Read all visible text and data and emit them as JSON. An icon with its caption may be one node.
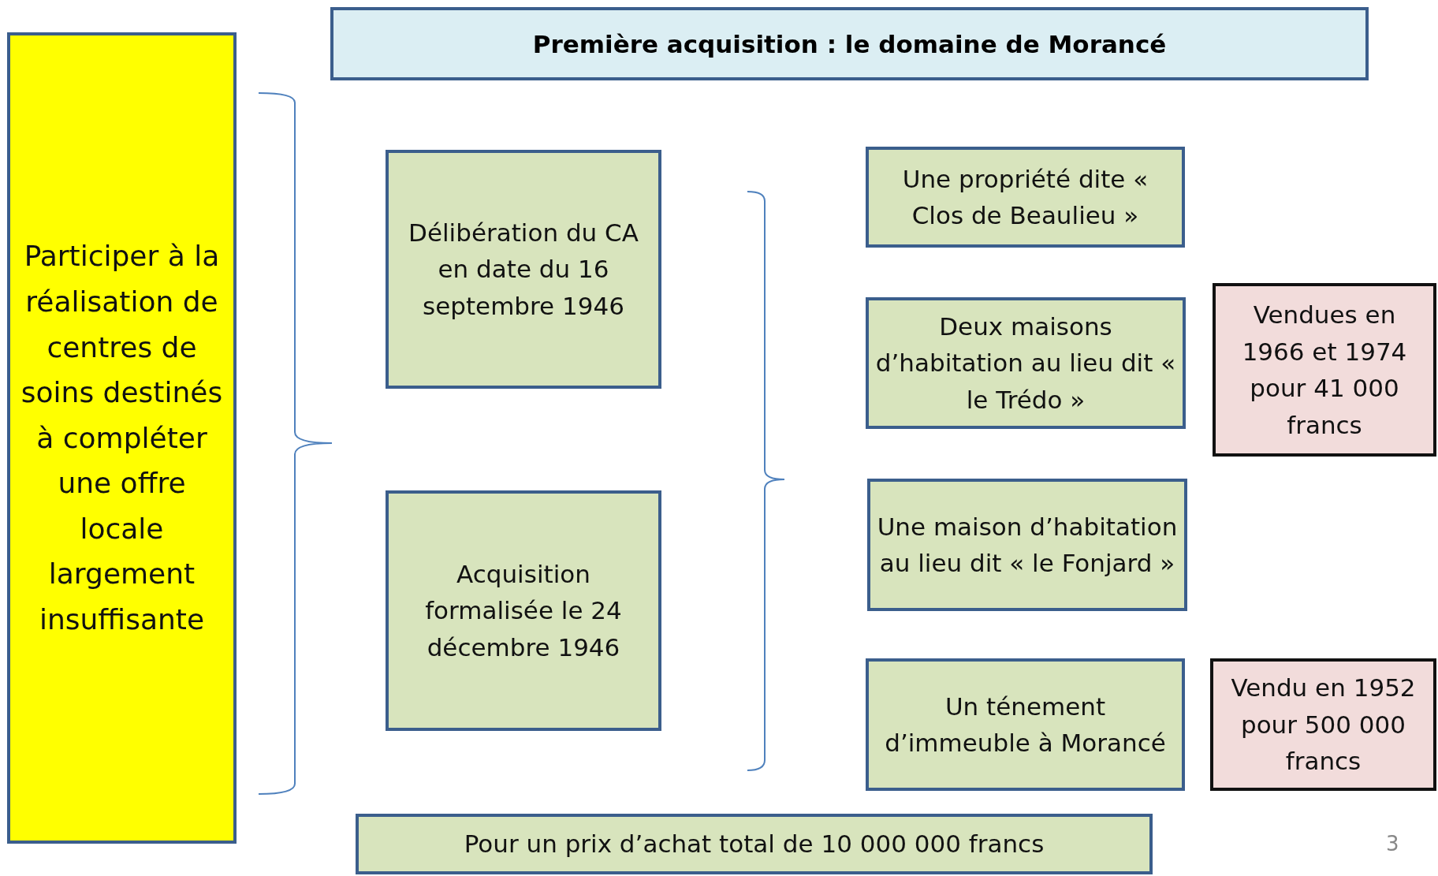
{
  "diagram": {
    "title": "Première acquisition : le domaine de Morancé",
    "nodes": [
      {
        "text": [
          "Participer à la réalisation de centres de soins destinés à compléter une offre locale largement insuffisante"
        ]
      },
      {
        "text": [
          "Délibération du CA en date du 16 septembre 1946"
        ]
      },
      {
        "text": [
          "Acquisition formalisée le 24 décembre 1946"
        ]
      },
      {
        "text": [
          "Une propriété dite « Clos de Beaulieu »"
        ]
      },
      {
        "text": [
          "Deux maisons d’habitation au lieu dit « le Trédo »"
        ]
      },
      {
        "text": [
          "Vendues en 1966 et 1974 pour 41 000 francs"
        ]
      },
      {
        "text": [
          "Une maison d’habitation au lieu dit « le Fonjard »"
        ]
      },
      {
        "text": [
          "Un ténement d’immeuble à Morancé"
        ]
      },
      {
        "text": [
          "Vendu en 1952 pour 500 000 francs"
        ]
      },
      {
        "text": [
          "Pour un prix d’achat total de 10 000 000 francs"
        ]
      }
    ],
    "labels": [
      "3"
    ]
  }
}
